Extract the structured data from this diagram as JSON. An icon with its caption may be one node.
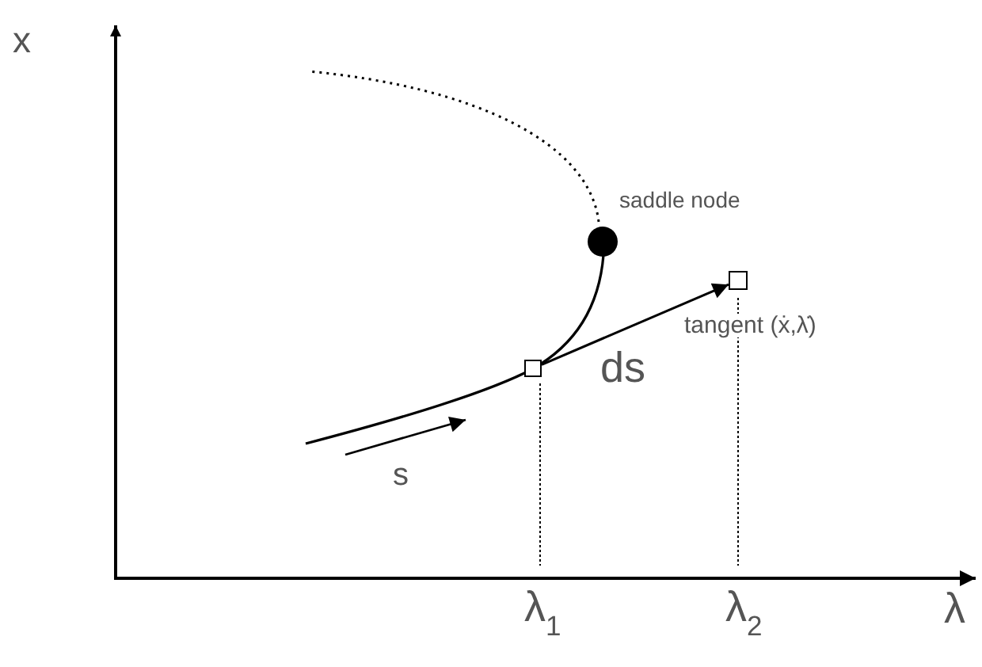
{
  "diagram": {
    "nodes": [
      {
        "text": [],
        "shape": "box"
      },
      {
        "text": [],
        "shape": "box"
      },
      {
        "text": [],
        "shape": "circle",
        "beside": [
          "saddle node"
        ]
      }
    ],
    "edges": [
      {
        "from": 0,
        "to": 1,
        "arrow": "to",
        "label": "ds"
      }
    ],
    "labels": [
      "x",
      "tangent (ẋ,λ̇)",
      "s",
      "λ$_{1}$",
      "λ$_{2}$",
      "λ"
    ]
  }
}
